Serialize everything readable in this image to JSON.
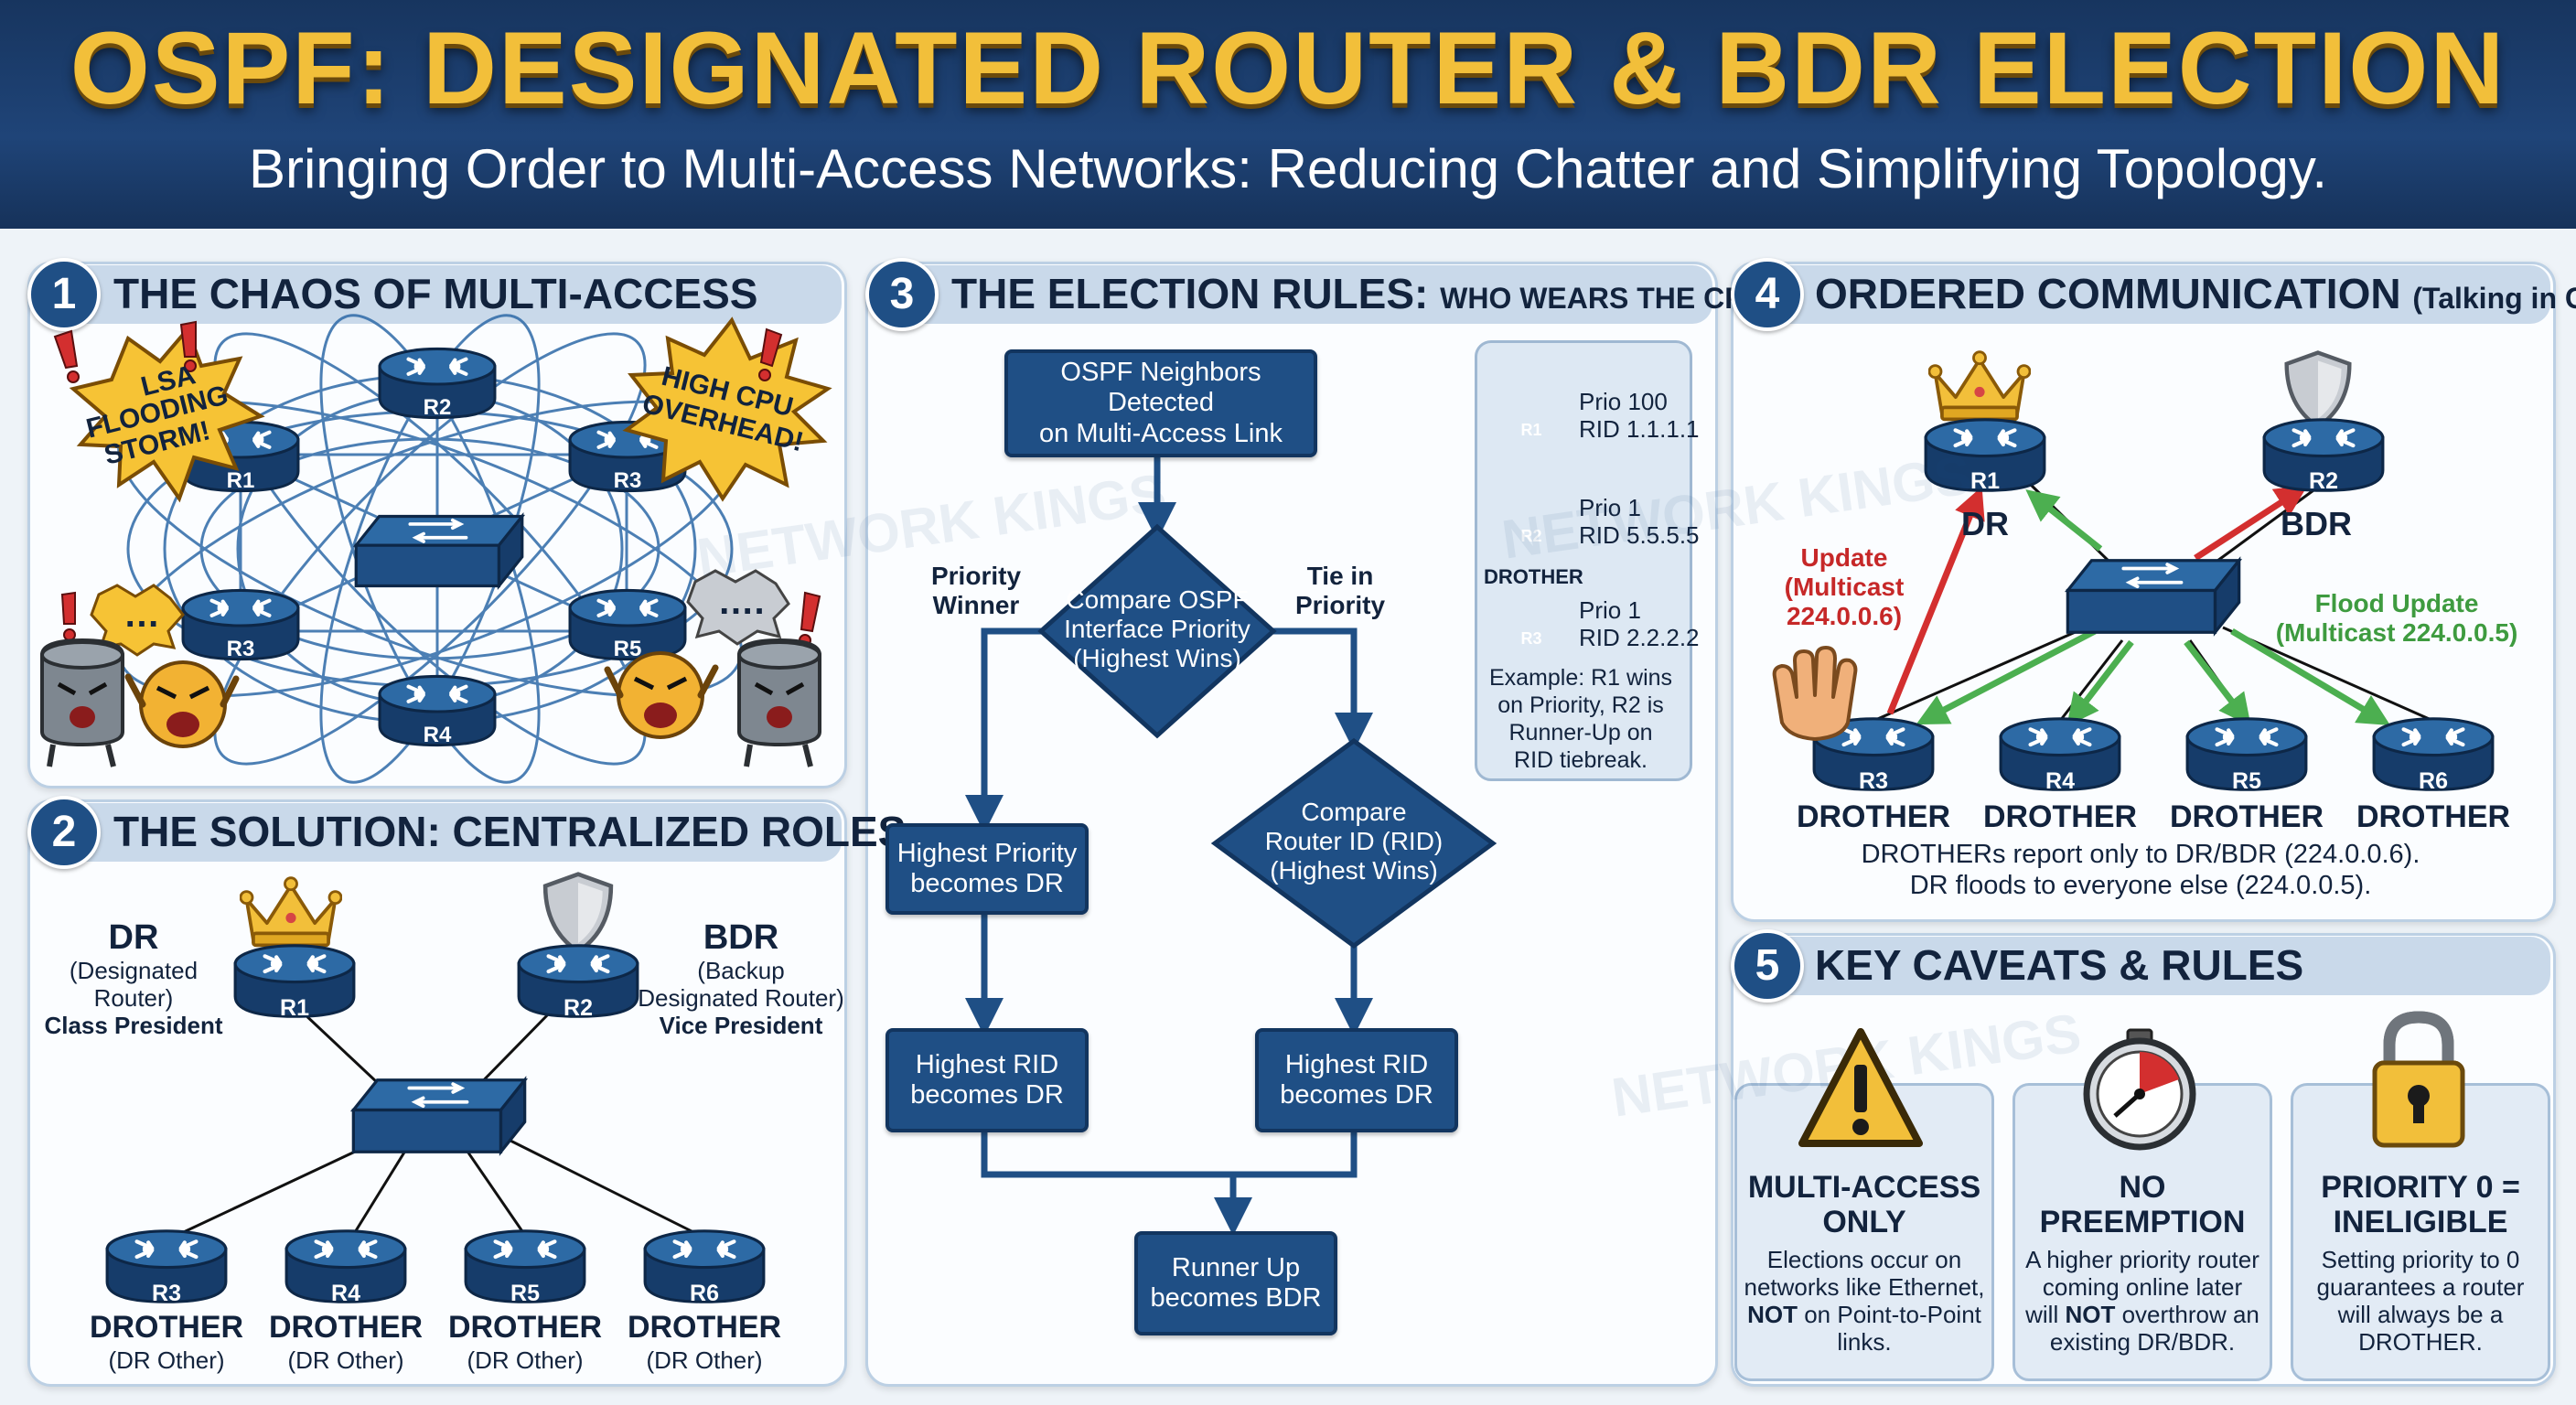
{
  "header": {
    "title": "OSPF: DESIGNATED ROUTER & BDR ELECTION",
    "subtitle": "Bringing Order to Multi-Access Networks: Reducing Chatter and Simplifying Topology."
  },
  "watermark": "NETWORK KINGS",
  "panel1": {
    "num": "1",
    "title": "THE CHAOS OF MULTI-ACCESS",
    "burst_left": [
      "LSA",
      "FLOODING",
      "STORM!"
    ],
    "burst_right": [
      "HIGH CPU",
      "OVERHEAD!"
    ],
    "routers": [
      "R1",
      "R2",
      "R3",
      "R3",
      "R4",
      "R5"
    ],
    "bubble_left": "…",
    "bubble_right": "…."
  },
  "panel2": {
    "num": "2",
    "title": "THE SOLUTION: CENTRALIZED ROLES",
    "dr": {
      "name": "DR",
      "desc": [
        "(Designated",
        "Router)"
      ],
      "role": "Class President"
    },
    "bdr": {
      "name": "BDR",
      "desc": [
        "(Backup",
        "Designated Router)"
      ],
      "role": "Vice President"
    },
    "routers": [
      "R1",
      "R2",
      "R3",
      "R4",
      "R5",
      "R6"
    ],
    "drother": "DROTHER",
    "drother_sub": "(DR Other)"
  },
  "panel3": {
    "num": "3",
    "title": "THE ELECTION RULES:",
    "title_small": "WHO WEARS THE CROWN?",
    "start": [
      "OSPF Neighbors Detected",
      "on Multi-Access Link"
    ],
    "decision1": [
      "Compare OSPF",
      "Interface Priority",
      "(Highest Wins)"
    ],
    "decision2": [
      "Compare",
      "Router ID (RID)",
      "(Highest Wins)"
    ],
    "left_label": [
      "Priority",
      "Winner"
    ],
    "right_label": [
      "Tie in",
      "Priority"
    ],
    "box_prio": [
      "Highest Priority",
      "becomes DR"
    ],
    "box_rid_dr_left": [
      "Highest RID",
      "becomes DR"
    ],
    "box_rid_dr_right": [
      "Highest RID",
      "becomes DR"
    ],
    "box_bdr": [
      "Runner Up",
      "becomes BDR"
    ],
    "legend": {
      "r1": {
        "name": "R1",
        "prio": "Prio 100",
        "rid": "RID 1.1.1.1"
      },
      "r2": {
        "name": "R2",
        "prio": "Prio 1",
        "rid": "RID 5.5.5.5"
      },
      "drother_label": "DROTHER",
      "r3": {
        "name": "R3",
        "prio": "Prio 1",
        "rid": "RID 2.2.2.2"
      },
      "example": [
        "Example: R1 wins",
        "on Priority, R2 is",
        "Runner-Up on",
        "RID tiebreak."
      ]
    }
  },
  "panel4": {
    "num": "4",
    "title": "ORDERED COMMUNICATION",
    "title_small": "(Talking in Class)",
    "routers": [
      "R1",
      "R2",
      "R3",
      "R4",
      "R5",
      "R6"
    ],
    "dr": "DR",
    "bdr": "BDR",
    "update": [
      "Update",
      "(Multicast",
      "224.0.0.6)"
    ],
    "flood": [
      "Flood Update",
      "(Multicast 224.0.0.5)"
    ],
    "drother": "DROTHER",
    "footer": [
      "DROTHERs report only to DR/BDR (224.0.0.6).",
      "DR floods to everyone else (224.0.0.5)."
    ]
  },
  "panel5": {
    "num": "5",
    "title": "KEY CAVEATS & RULES",
    "c1": {
      "h": [
        "MULTI-ACCESS",
        "ONLY"
      ],
      "t1": "Elections occur on",
      "t2": "networks like Ethernet,",
      "t3b": "NOT",
      "t3": " on Point-to-Point",
      "t4": "links."
    },
    "c2": {
      "h": [
        "NO",
        "PREEMPTION"
      ],
      "t1": "A higher priority router",
      "t2": "coming online later",
      "t3a": "will ",
      "t3b": "NOT",
      "t3": " overthrow an",
      "t4": "existing DR/BDR."
    },
    "c3": {
      "h": [
        "PRIORITY 0 =",
        "INELIGIBLE"
      ],
      "t": [
        "Setting priority to 0",
        "guarantees a router",
        "will always be a",
        "DROTHER."
      ]
    }
  },
  "colors": {
    "navy": "#1f4f85",
    "gold": "#f2bf3a",
    "red": "#d32f2f",
    "green": "#4caf50"
  }
}
